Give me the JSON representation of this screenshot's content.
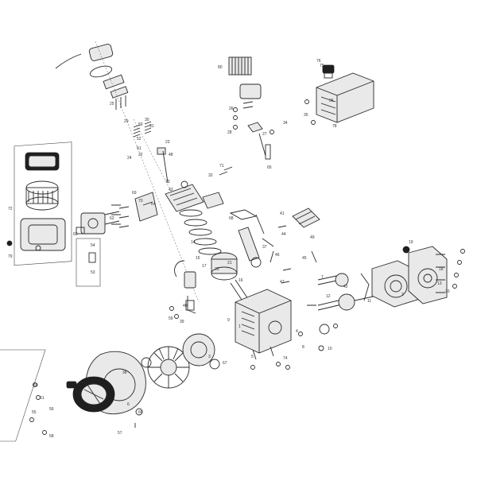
{
  "colors": {
    "stroke": "#2a2a2a",
    "fill": "#e9e9e9",
    "dark": "#1f1f1f"
  },
  "labels": [
    {
      "id": "l1",
      "text": "1"
    },
    {
      "id": "l2",
      "text": "2"
    },
    {
      "id": "l3",
      "text": "3"
    },
    {
      "id": "l4",
      "text": "4"
    },
    {
      "id": "l5",
      "text": "5"
    },
    {
      "id": "l6",
      "text": "6"
    },
    {
      "id": "l7",
      "text": "7"
    },
    {
      "id": "l8",
      "text": "8"
    },
    {
      "id": "l9",
      "text": "9"
    },
    {
      "id": "l10",
      "text": "10"
    },
    {
      "id": "l11",
      "text": "11"
    },
    {
      "id": "l12",
      "text": "12"
    },
    {
      "id": "l13",
      "text": "13"
    },
    {
      "id": "l14",
      "text": "14"
    },
    {
      "id": "l15",
      "text": "15"
    },
    {
      "id": "l16",
      "text": "16"
    },
    {
      "id": "l17",
      "text": "17"
    },
    {
      "id": "l18",
      "text": "18"
    },
    {
      "id": "l19",
      "text": "19"
    },
    {
      "id": "l20",
      "text": "20"
    },
    {
      "id": "l21",
      "text": "21"
    },
    {
      "id": "l22",
      "text": "22"
    },
    {
      "id": "l23",
      "text": "23"
    },
    {
      "id": "l24",
      "text": "24"
    },
    {
      "id": "l25",
      "text": "25"
    },
    {
      "id": "l26",
      "text": "26"
    },
    {
      "id": "l27",
      "text": "27"
    },
    {
      "id": "l28",
      "text": "28"
    },
    {
      "id": "l29",
      "text": "29"
    },
    {
      "id": "l30",
      "text": "30"
    },
    {
      "id": "l31",
      "text": "31"
    },
    {
      "id": "l32",
      "text": "32"
    },
    {
      "id": "l33",
      "text": "33"
    },
    {
      "id": "l34",
      "text": "34"
    },
    {
      "id": "l35",
      "text": "35"
    },
    {
      "id": "l36",
      "text": "36"
    },
    {
      "id": "l37",
      "text": "37"
    },
    {
      "id": "l38",
      "text": "38"
    },
    {
      "id": "l39",
      "text": "39"
    },
    {
      "id": "l40",
      "text": "40"
    },
    {
      "id": "l41",
      "text": "41"
    },
    {
      "id": "l42",
      "text": "42"
    },
    {
      "id": "l43",
      "text": "43"
    },
    {
      "id": "l44",
      "text": "44"
    },
    {
      "id": "l45",
      "text": "45"
    },
    {
      "id": "l46",
      "text": "46"
    },
    {
      "id": "l47",
      "text": "47"
    },
    {
      "id": "l48",
      "text": "48"
    },
    {
      "id": "l49",
      "text": "49"
    },
    {
      "id": "l50",
      "text": "50"
    },
    {
      "id": "l51",
      "text": "51"
    },
    {
      "id": "l52",
      "text": "52"
    },
    {
      "id": "l53",
      "text": "53"
    },
    {
      "id": "l54",
      "text": "54"
    },
    {
      "id": "l55",
      "text": "55"
    },
    {
      "id": "l56",
      "text": "56"
    },
    {
      "id": "l57",
      "text": "57"
    },
    {
      "id": "l58",
      "text": "58"
    },
    {
      "id": "l59",
      "text": "59"
    },
    {
      "id": "l60",
      "text": "60"
    },
    {
      "id": "l61",
      "text": "61"
    },
    {
      "id": "l62",
      "text": "62"
    },
    {
      "id": "l63",
      "text": "63"
    },
    {
      "id": "l64",
      "text": "64"
    },
    {
      "id": "l65",
      "text": "65"
    },
    {
      "id": "l66",
      "text": "66"
    },
    {
      "id": "l67",
      "text": "67"
    },
    {
      "id": "l68",
      "text": "68"
    },
    {
      "id": "l69",
      "text": "69"
    },
    {
      "id": "l70",
      "text": "70"
    },
    {
      "id": "l71",
      "text": "71"
    },
    {
      "id": "l72",
      "text": "72"
    },
    {
      "id": "l73",
      "text": "73"
    },
    {
      "id": "l74",
      "text": "74"
    },
    {
      "id": "l75",
      "text": "75"
    },
    {
      "id": "l76",
      "text": "76"
    },
    {
      "id": "l77",
      "text": "77"
    },
    {
      "id": "l78",
      "text": "78"
    },
    {
      "id": "l79",
      "text": "79"
    },
    {
      "id": "l80",
      "text": "80"
    }
  ]
}
